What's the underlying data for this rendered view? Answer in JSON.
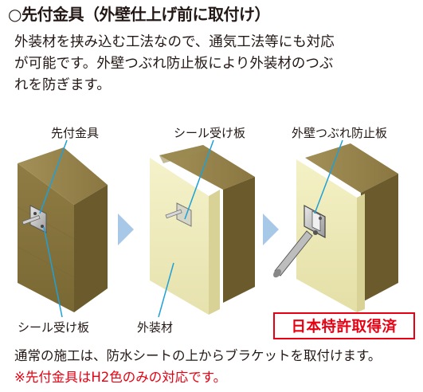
{
  "title": "○先付金具（外壁仕上げ前に取付け）",
  "description": [
    "外装材を挟み込む工法なので、通気工法等にも対応",
    "が可能です。外壁つぶれ防止板により外装材のつぶ",
    "れを防ぎます。"
  ],
  "labels": {
    "top_left": "先付金具",
    "top_middle": "シール受け板",
    "top_right": "外壁つぶれ防止板",
    "bottom_left": "シール受け板",
    "bottom_middle": "外装材"
  },
  "patent_badge": "日本特許取得済",
  "footer_text": "通常の施工は、防水シートの上からブラケットを取付けます。",
  "note_text": "※先付金具はH2色のみの対応です。",
  "colors": {
    "wood_front": "#8b7840",
    "wood_top": "#a8985c",
    "wood_side": "#6e5c2c",
    "panel": "#ece8b4",
    "leader_line": "#1ea0d8",
    "arrow": "#a8c8e8",
    "accent_red": "#e60012"
  }
}
